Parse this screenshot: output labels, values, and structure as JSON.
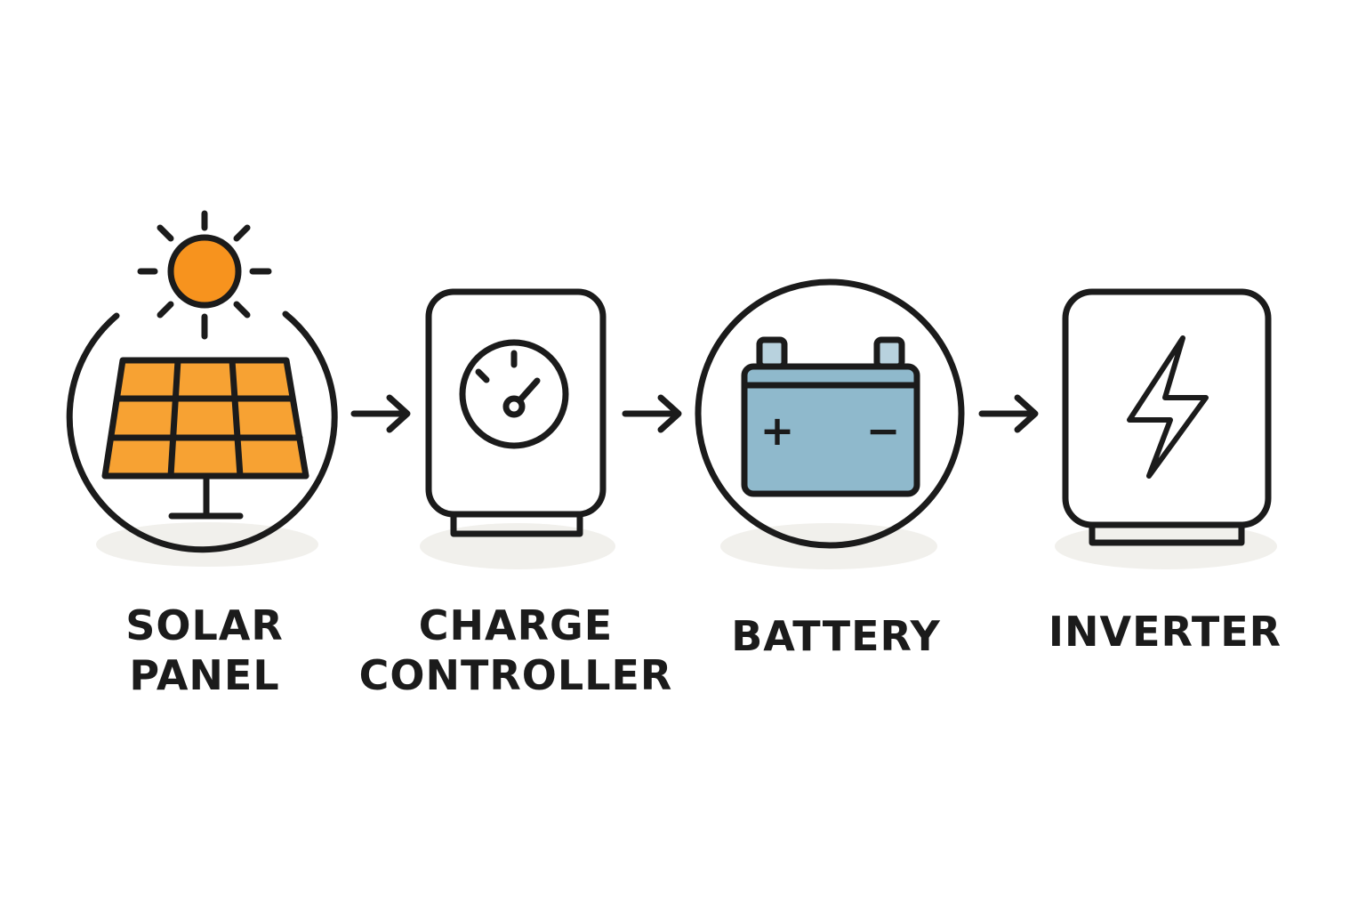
{
  "colors": {
    "stroke": "#1b1b1b",
    "sun": "#f7931e",
    "panel_cell": "#f7a233",
    "battery_fill": "#8fb9cc",
    "battery_terminal": "#b8d2de",
    "shadow": "#f1f0ec"
  },
  "nodes": [
    {
      "id": "solar-panel",
      "icon": "solar-panel-icon",
      "label_lines": [
        "SOLAR",
        "PANEL"
      ]
    },
    {
      "id": "charge-controller",
      "icon": "gauge-icon",
      "label_lines": [
        "CHARGE",
        "CONTROLLER"
      ]
    },
    {
      "id": "battery",
      "icon": "battery-icon",
      "label_lines": [
        "BATTERY"
      ]
    },
    {
      "id": "inverter",
      "icon": "lightning-bolt-icon",
      "label_lines": [
        "INVERTER"
      ]
    }
  ],
  "flow": [
    {
      "from": "solar-panel",
      "to": "charge-controller",
      "icon": "arrow-right-icon"
    },
    {
      "from": "charge-controller",
      "to": "battery",
      "icon": "arrow-right-icon"
    },
    {
      "from": "battery",
      "to": "inverter",
      "icon": "arrow-right-icon"
    }
  ],
  "battery_symbols": {
    "positive": "+",
    "negative": "−"
  }
}
